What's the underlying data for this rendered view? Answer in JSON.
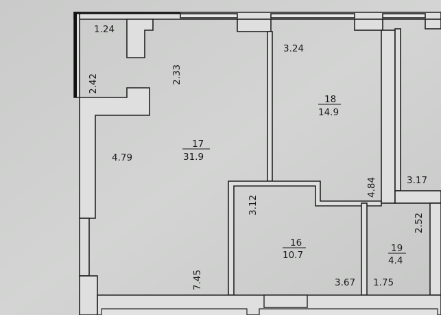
{
  "rooms": [
    {
      "number": "17",
      "area": "31.9"
    },
    {
      "number": "18",
      "area": "14.9"
    },
    {
      "number": "16",
      "area": "10.7"
    },
    {
      "number": "19",
      "area": "4.4"
    }
  ],
  "dimensions": {
    "d1": "1.24",
    "d2": "2.42",
    "d3": "2.33",
    "d4": "3.24",
    "d5": "4.79",
    "d6": "4.84",
    "d7": "3.17",
    "d8": "3.12",
    "d9": "2.52",
    "d10": "7.45",
    "d11": "3.67",
    "d12": "1.75"
  }
}
